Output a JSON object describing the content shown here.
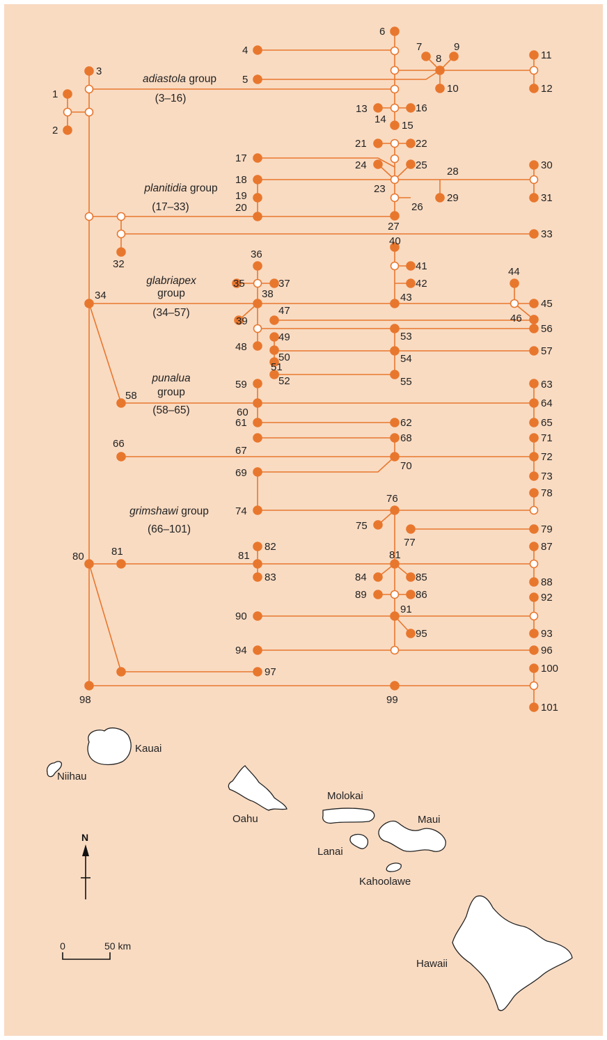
{
  "groups": [
    {
      "name": "adiastola",
      "suffix": " group",
      "range": "(3–16)"
    },
    {
      "name": "planitidia",
      "suffix": " group",
      "range": "(17–33)"
    },
    {
      "name": "glabriapex",
      "suffix": "",
      "line2": "group",
      "range": "(34–57)"
    },
    {
      "name": "punalua",
      "suffix": "",
      "line2": "group",
      "range": "(58–65)"
    },
    {
      "name": "grimshawi",
      "suffix": " group",
      "range": "(66–101)"
    }
  ],
  "islands": [
    "Kauai",
    "Niihau",
    "Oahu",
    "Molokai",
    "Maui",
    "Lanai",
    "Kahoolawe",
    "Hawaii"
  ],
  "compass": {
    "label": "N"
  },
  "scale": {
    "start": "0",
    "end": "50 km"
  },
  "colors": {
    "background": "#f9dbc2",
    "tree": "#e8772e",
    "island_fill": "#ffffff"
  },
  "node_labels": [
    "1",
    "2",
    "3",
    "4",
    "5",
    "6",
    "7",
    "8",
    "9",
    "10",
    "11",
    "12",
    "13",
    "14",
    "15",
    "16",
    "17",
    "18",
    "19",
    "20",
    "21",
    "22",
    "23",
    "24",
    "25",
    "26",
    "27",
    "28",
    "29",
    "30",
    "31",
    "32",
    "33",
    "34",
    "35",
    "36",
    "37",
    "38",
    "39",
    "40",
    "41",
    "42",
    "43",
    "44",
    "45",
    "46",
    "47",
    "48",
    "49",
    "50",
    "51",
    "52",
    "53",
    "54",
    "55",
    "56",
    "57",
    "58",
    "59",
    "60",
    "61",
    "62",
    "63",
    "64",
    "65",
    "66",
    "67",
    "68",
    "69",
    "70",
    "71",
    "72",
    "73",
    "74",
    "75",
    "76",
    "77",
    "78",
    "79",
    "80",
    "81",
    "81",
    "81",
    "82",
    "83",
    "84",
    "85",
    "86",
    "87",
    "88",
    "89",
    "90",
    "91",
    "92",
    "93",
    "94",
    "95",
    "96",
    "97",
    "98",
    "99",
    "100",
    "101"
  ]
}
